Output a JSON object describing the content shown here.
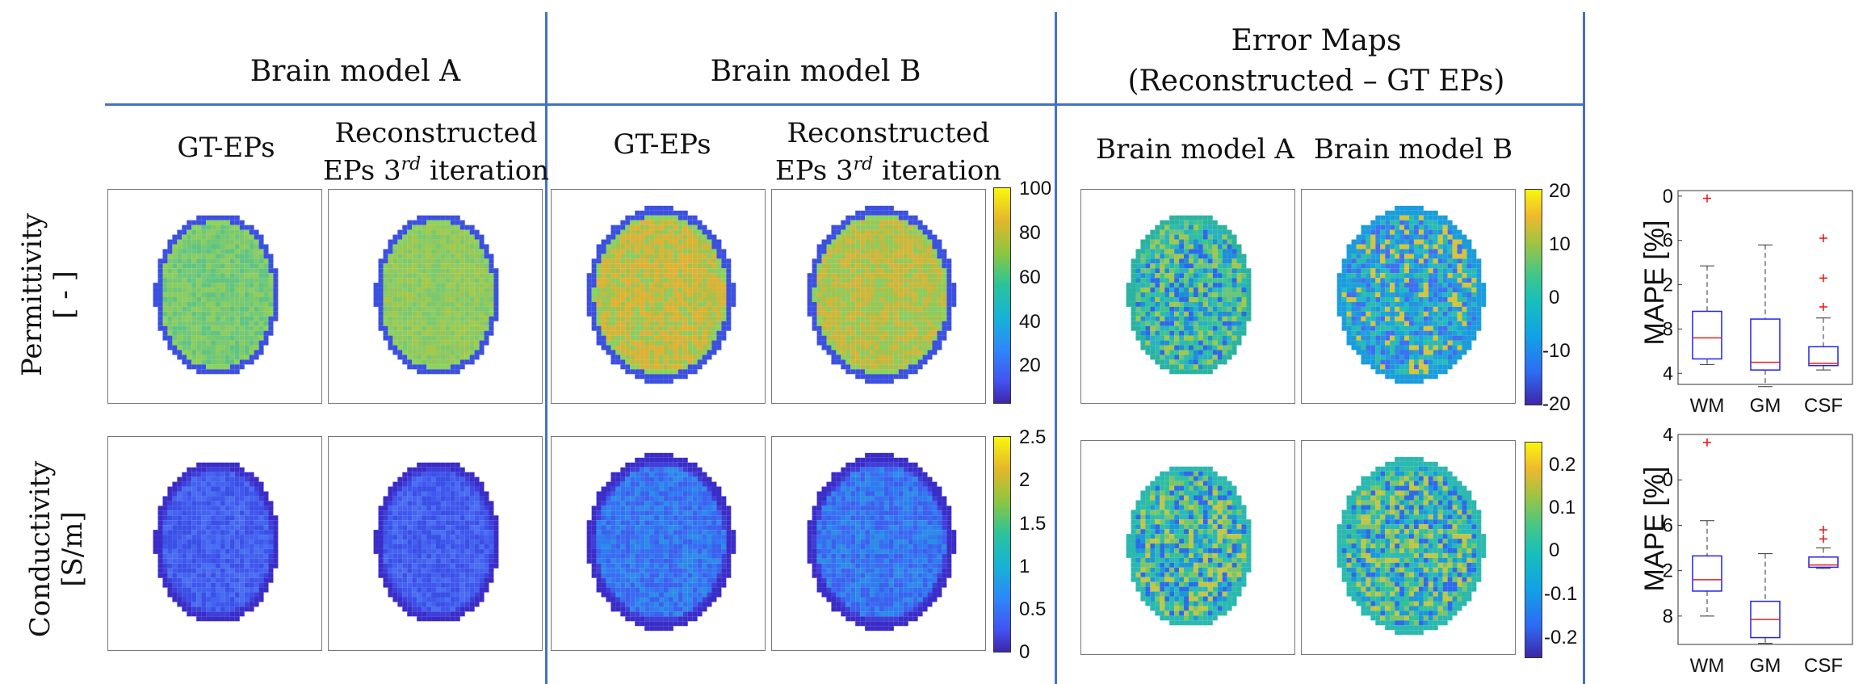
{
  "headers": {
    "brain_model_a": "Brain model A",
    "brain_model_b": "Brain model  B",
    "error_maps_line1": "Error Maps",
    "error_maps_line2": "(Reconstructed – GT EPs)"
  },
  "subheaders": {
    "gt_eps": "GT-EPs",
    "recon_line1": "Reconstructed",
    "recon_line2_prefix": "EPs 3",
    "recon_line2_sup": "rd",
    "recon_line2_suffix": " iteration",
    "err_a": "Brain model A",
    "err_b": "Brain model  B"
  },
  "row_labels": {
    "permittivity_line1": "Permittivity",
    "permittivity_line2": "[ - ]",
    "conductivity_line1": "Conductivity",
    "conductivity_line2": "[S/m]"
  },
  "colorbars": {
    "permittivity_ticks": [
      "100",
      "80",
      "60",
      "40",
      "20"
    ],
    "conductivity_ticks": [
      "2.5",
      "2",
      "1.5",
      "1",
      "0.5",
      "0"
    ],
    "perm_error_ticks": [
      "20",
      "10",
      "0",
      "-10",
      "-20"
    ],
    "cond_error_ticks": [
      "0.2",
      "0.1",
      "0",
      "-0.1",
      "-0.2"
    ]
  },
  "colors": {
    "divider": "#4472c4",
    "box_edge": "#2222ee",
    "median": "#e02020",
    "outlier": "#ee1111"
  },
  "chart_data": [
    {
      "type": "box",
      "title": "",
      "xlabel": "",
      "ylabel": "MAPE [%]",
      "categories": [
        "WM",
        "GM",
        "CSF"
      ],
      "ylim": [
        3,
        20.5
      ],
      "yticks": [
        4,
        8,
        12,
        16,
        20
      ],
      "boxes": [
        {
          "min": 4.8,
          "q1": 5.3,
          "median": 7.2,
          "q3": 9.6,
          "max": 13.7,
          "outliers": [
            19.8
          ]
        },
        {
          "min": 2.8,
          "q1": 4.3,
          "median": 5.0,
          "q3": 8.9,
          "max": 15.6,
          "outliers": []
        },
        {
          "min": 4.3,
          "q1": 4.7,
          "median": 4.9,
          "q3": 6.4,
          "max": 9.0,
          "outliers": [
            10.0,
            12.6,
            16.2
          ]
        }
      ]
    },
    {
      "type": "box",
      "title": "",
      "xlabel": "",
      "ylabel": "MAPE [%]",
      "categories": [
        "WM",
        "GM",
        "CSF"
      ],
      "ylim": [
        5.5,
        24
      ],
      "yticks": [
        8,
        12,
        16,
        20,
        24
      ],
      "boxes": [
        {
          "min": 8.0,
          "q1": 10.2,
          "median": 11.2,
          "q3": 13.3,
          "max": 16.4,
          "outliers": [
            23.3
          ]
        },
        {
          "min": 5.6,
          "q1": 6.1,
          "median": 7.7,
          "q3": 9.3,
          "max": 13.5,
          "outliers": []
        },
        {
          "min": 12.2,
          "q1": 12.3,
          "median": 12.5,
          "q3": 13.2,
          "max": 14.0,
          "outliers": [
            14.8,
            15.6
          ]
        }
      ]
    }
  ]
}
